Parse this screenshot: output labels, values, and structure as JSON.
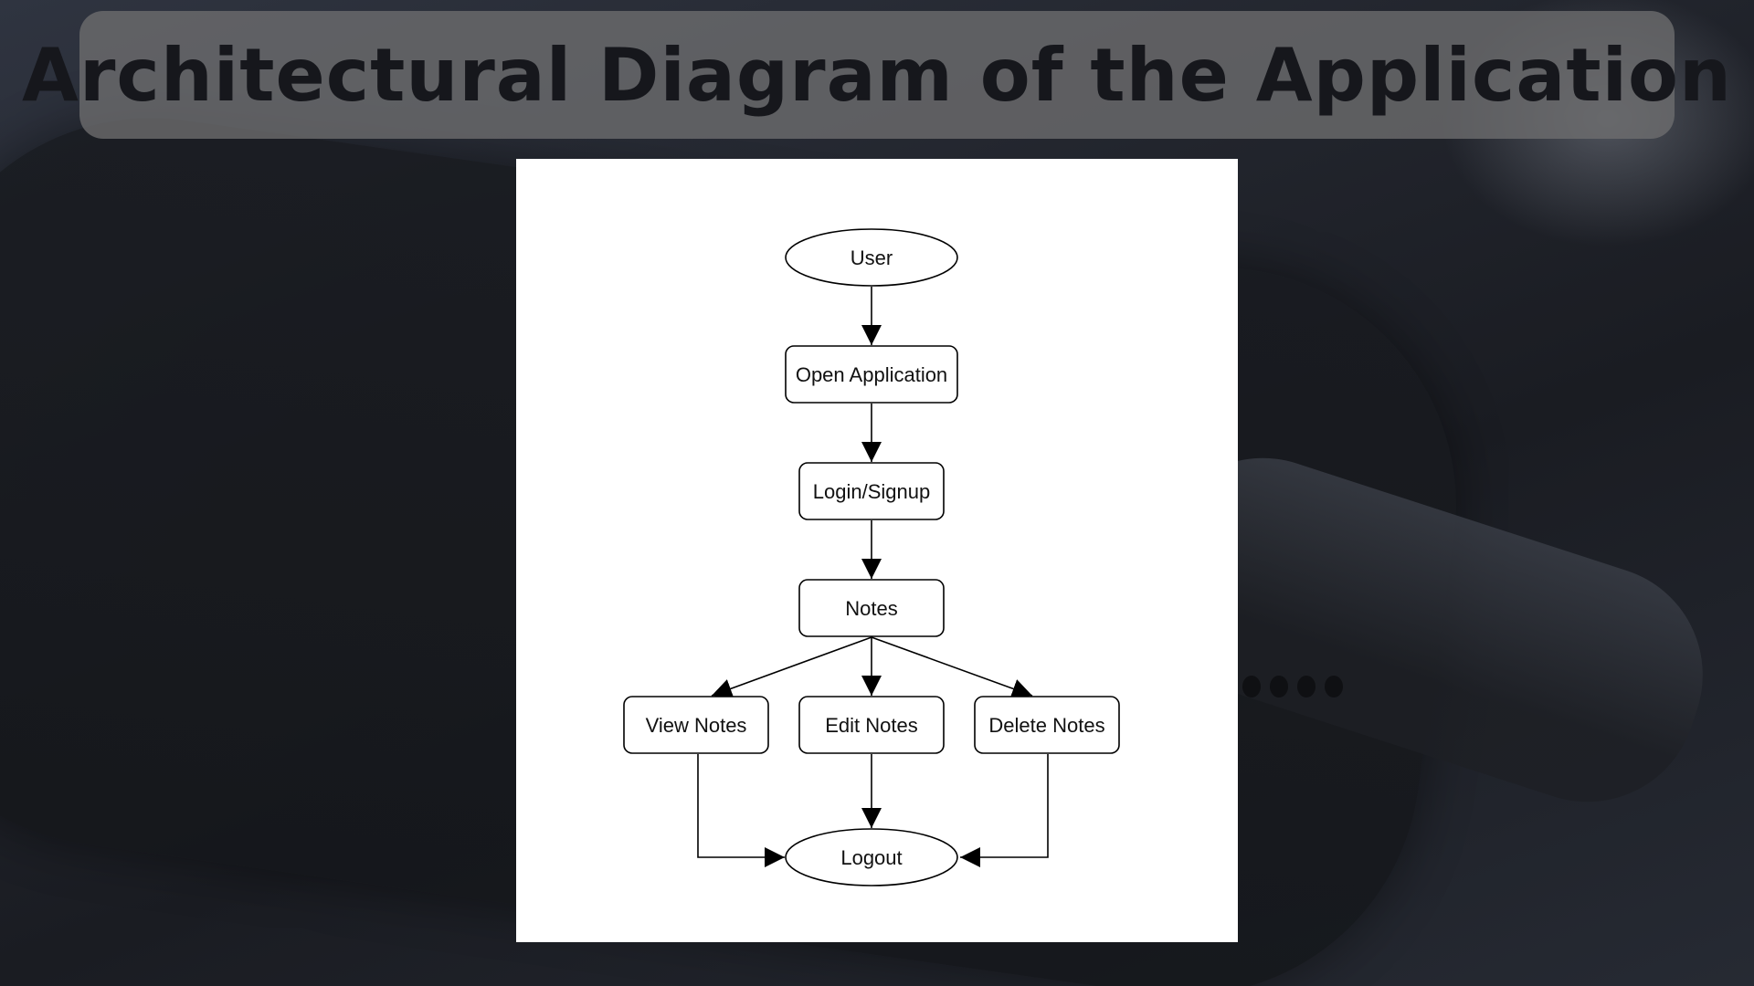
{
  "title": "Architectural Diagram of the Application",
  "diagram": {
    "nodes": {
      "user": "User",
      "open_application": "Open Application",
      "login_signup": "Login/Signup",
      "notes": "Notes",
      "view_notes": "View Notes",
      "edit_notes": "Edit Notes",
      "delete_notes": "Delete Notes",
      "logout": "Logout"
    },
    "edges": [
      [
        "User",
        "Open Application"
      ],
      [
        "Open Application",
        "Login/Signup"
      ],
      [
        "Login/Signup",
        "Notes"
      ],
      [
        "Notes",
        "View Notes"
      ],
      [
        "Notes",
        "Edit Notes"
      ],
      [
        "Notes",
        "Delete Notes"
      ],
      [
        "View Notes",
        "Logout"
      ],
      [
        "Edit Notes",
        "Logout"
      ],
      [
        "Delete Notes",
        "Logout"
      ]
    ]
  }
}
